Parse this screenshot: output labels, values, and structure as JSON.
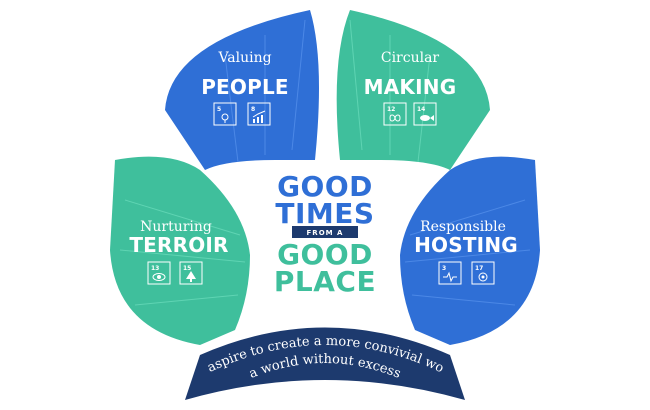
{
  "segments": {
    "people": {
      "script": "Valuing",
      "title": "PEOPLE",
      "color": "#2f6fd6",
      "badges": [
        {
          "num": "5",
          "icon": "gender-equality-icon"
        },
        {
          "num": "8",
          "icon": "growth-chart-icon"
        }
      ]
    },
    "making": {
      "script": "Circular",
      "title": "MAKING",
      "color": "#3fbf9c",
      "badges": [
        {
          "num": "12",
          "icon": "infinity-icon"
        },
        {
          "num": "14",
          "icon": "fish-icon"
        }
      ]
    },
    "terroir": {
      "script": "Nurturing",
      "title": "TERROIR",
      "color": "#3fbf9c",
      "badges": [
        {
          "num": "13",
          "icon": "eye-globe-icon"
        },
        {
          "num": "15",
          "icon": "tree-icon"
        }
      ]
    },
    "hosting": {
      "script": "Responsible",
      "title": "HOSTING",
      "color": "#2f6fd6",
      "badges": [
        {
          "num": "3",
          "icon": "heartbeat-icon"
        },
        {
          "num": "17",
          "icon": "flower-icon"
        }
      ]
    }
  },
  "center": {
    "line1": "GOOD",
    "line2": "TIMES",
    "banner": "FROM A",
    "line3": "GOOD",
    "line4": "PLACE",
    "blue": "#2f6fd6",
    "green": "#3fbf9c"
  },
  "bottom": {
    "line1": "We aspire to create a more convivial world,",
    "line2": "a world without excess",
    "color": "#1d3a6e"
  }
}
